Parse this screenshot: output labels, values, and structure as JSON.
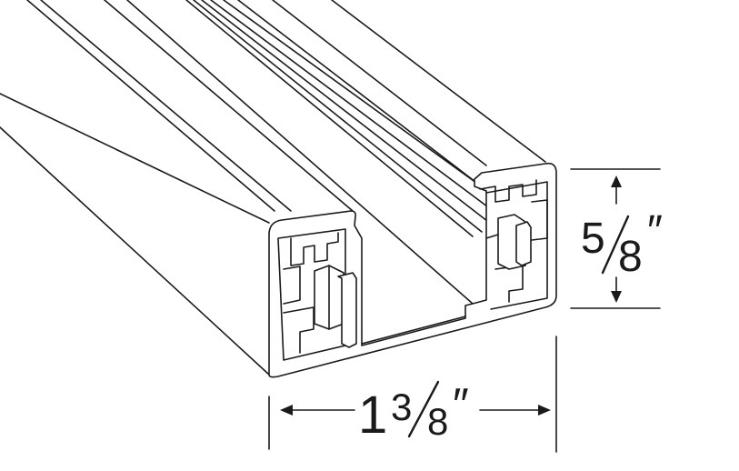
{
  "dimensions": {
    "height": {
      "whole": "",
      "numerator": "5",
      "denominator": "8",
      "unit": "″"
    },
    "width": {
      "whole": "1",
      "numerator": "3",
      "denominator": "8",
      "unit": "″"
    }
  },
  "colors": {
    "line": "#1a1a1a",
    "fill": "#ffffff",
    "background": "#ffffff"
  }
}
